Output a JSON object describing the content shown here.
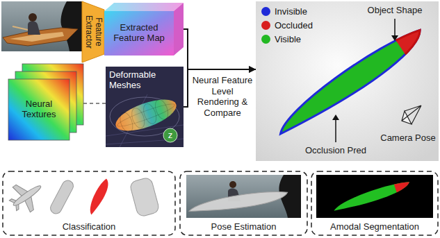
{
  "diagram": {
    "nodes": [
      {
        "text": [
          "Feature Extractor"
        ]
      },
      {
        "text": [
          "Extracted Feature Map"
        ]
      },
      {
        "text": [
          "Neural Textures"
        ]
      },
      {
        "text": [
          "Deformable Meshes"
        ]
      },
      {
        "text": [
          "z"
        ],
        "in": 3
      },
      {
        "text": [
          "Object Shape",
          "Occlusion Pred",
          "Camera Pose"
        ]
      },
      {
        "text": [
          "Classification"
        ]
      },
      {
        "text": [
          "Pose Estimation"
        ]
      },
      {
        "text": [
          "Amodal Segmentation"
        ]
      }
    ],
    "edges": [
      {
        "from": 2,
        "to": 3,
        "arrow": "none"
      },
      {
        "from": 1,
        "to": 5,
        "arrow": "to"
      },
      {
        "from": 3,
        "to": 5,
        "arrow": "to"
      }
    ],
    "labels": [
      "Neural Feature Level Rendering & Compare"
    ],
    "legend": [
      {
        "text": "Invisible",
        "color": "#1f2bd8"
      },
      {
        "text": "Occluded",
        "color": "#d81f1f"
      },
      {
        "text": "Visible",
        "color": "#22b822"
      }
    ]
  }
}
